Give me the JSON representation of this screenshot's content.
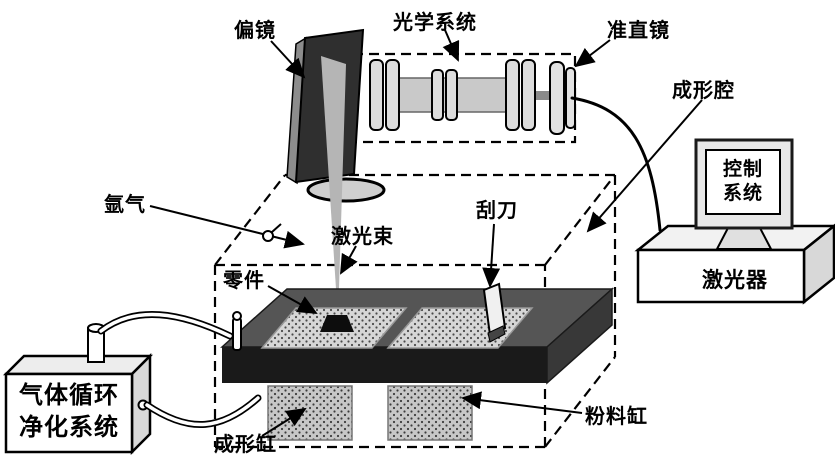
{
  "diagram": {
    "type": "schematic",
    "subject": "selective-laser-melting-system",
    "labels": {
      "mirror": "偏镜",
      "optical_system": "光学系统",
      "collimator": "准直镜",
      "forming_chamber": "成形腔",
      "control_system_line1": "控制",
      "control_system_line2": "系统",
      "laser": "激光器",
      "argon": "氩气",
      "laser_beam": "激光束",
      "scraper": "刮刀",
      "part": "零件",
      "gas_system_line1": "气体循环",
      "gas_system_line2": "净化系统",
      "forming_cylinder": "成形缸",
      "powder_cylinder": "粉料缸"
    },
    "colors": {
      "beam": "#b5b5b5",
      "mirror_face": "#2f2f2f",
      "platform_top": "#555555",
      "platform_front": "#1a1a1a",
      "powder_texture_bg": "#d6d6d6",
      "line": "#000000"
    }
  }
}
